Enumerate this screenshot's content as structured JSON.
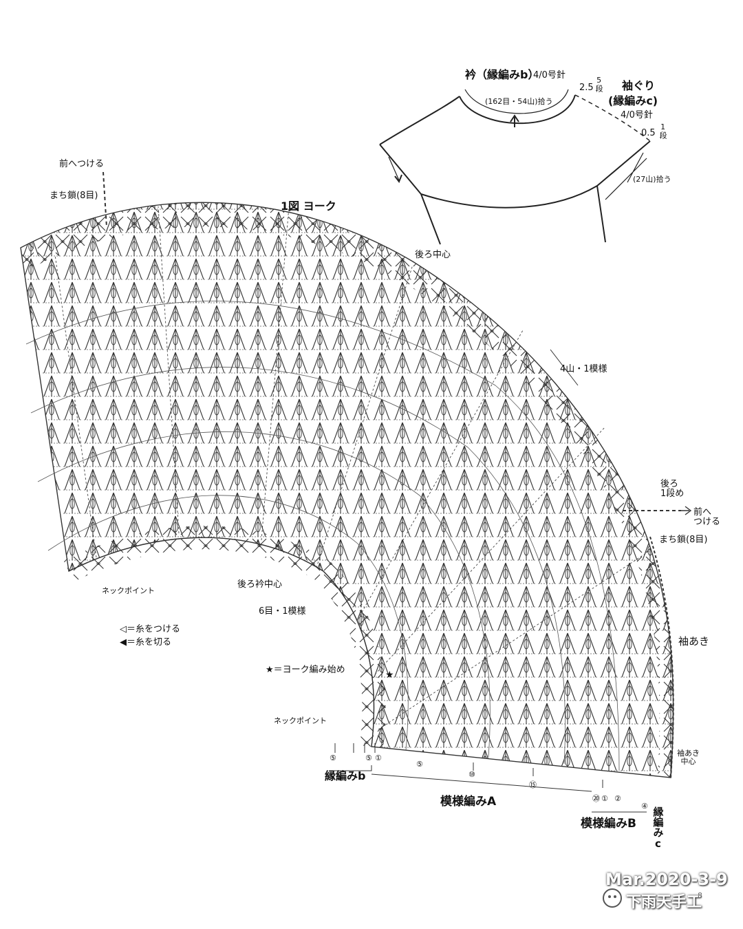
{
  "schematic": {
    "collar_label": "衿（縁編みb）",
    "collar_needle": "4/0号針",
    "collar_pickup": "(162目・54山)拾う",
    "collar_depth": "2.5",
    "collar_rows": "5段",
    "armhole_title": "袖ぐり",
    "armhole_pattern": "(縁編みc)",
    "armhole_needle": "4/0号針",
    "armhole_depth": "0.5",
    "armhole_rows": "1段",
    "armhole_pickup": "(27山)拾う"
  },
  "chart": {
    "title": "1図 ヨーク",
    "attach_front_left": "前へつける",
    "gusset_chain_left": "まち鎖(8目)",
    "back_center": "後ろ中心",
    "repeat_4": "4山・1模様",
    "back_row1": "後ろ\n1段め",
    "attach_front_right": "前へ\nつける",
    "gusset_chain_right": "まち鎖(8目)",
    "neck_point_1": "ネックポイント",
    "back_neck_center": "後ろ衿中心",
    "repeat_6": "6目・1模様",
    "legend_attach": "◁＝糸をつける",
    "legend_cut": "◀＝糸を切る",
    "start_mark": "★＝ヨーク編み始め",
    "neck_point_2": "ネックポイント",
    "sleeve_opening": "袖あき",
    "sleeve_center": "袖あき\n中心",
    "edge_b": "縁編みb",
    "pattern_a": "模様編みA",
    "pattern_b": "模様編みB",
    "edge_c": "縁編みc",
    "row_marks": [
      "⑤",
      "⑤",
      "①",
      "⑤",
      "⑩",
      "⑮",
      "⑳",
      "①",
      "②",
      "④"
    ]
  },
  "watermark": {
    "date": "Mar.2020-3-9",
    "account": "下雨天手工",
    "page": "8"
  }
}
